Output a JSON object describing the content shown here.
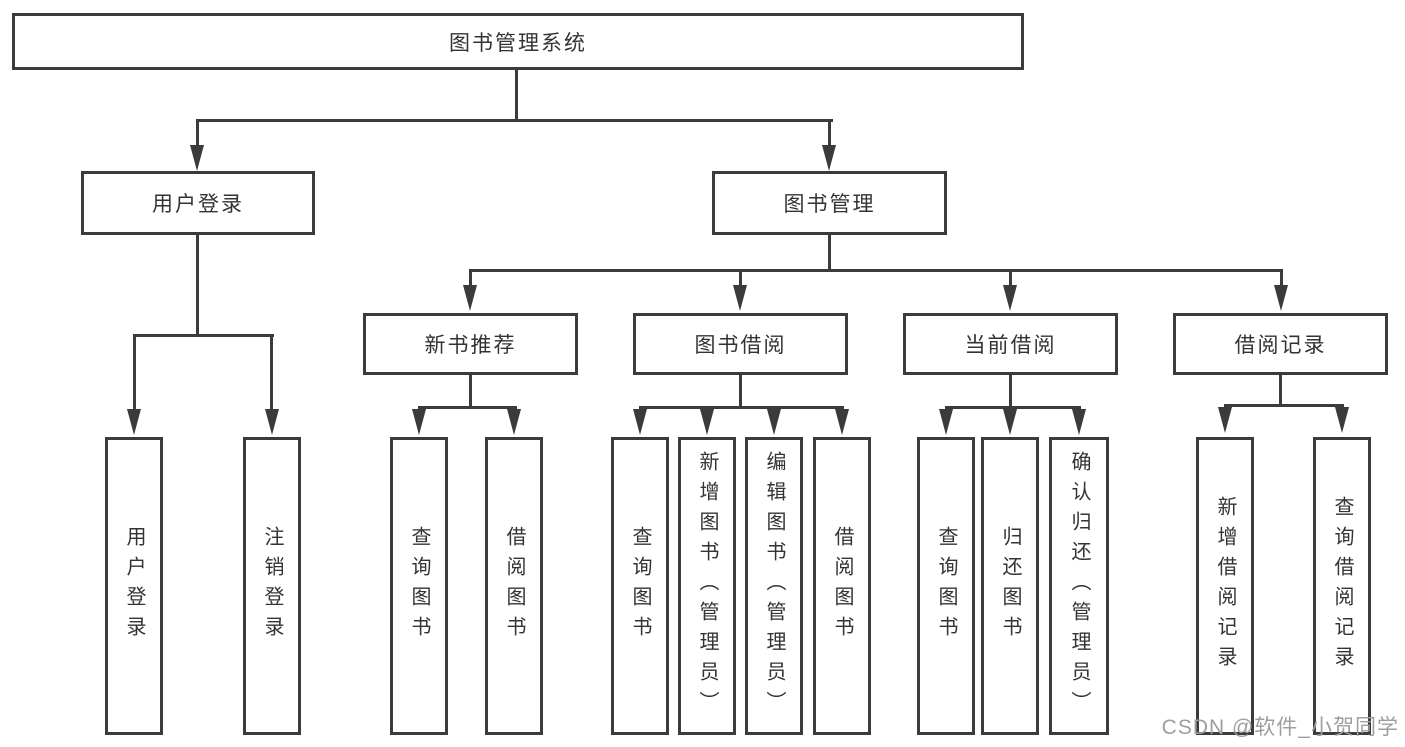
{
  "title": "图书管理系统",
  "watermark": "CSDN @软件_小贺同学",
  "colors": {
    "line": "#3b3b3b",
    "border": "#3b3b3b",
    "text": "#333333",
    "watermark": "#9e9e9e",
    "bg": "#ffffff"
  },
  "tree": {
    "root": "图书管理系统",
    "branches": [
      {
        "label": "用户登录",
        "children": [
          "用户登录",
          "注销登录"
        ]
      },
      {
        "label": "图书管理",
        "groups": [
          {
            "label": "新书推荐",
            "children": [
              "查询图书",
              "借阅图书"
            ]
          },
          {
            "label": "图书借阅",
            "children": [
              "查询图书",
              "新增图书（管理员）",
              "编辑图书（管理员）",
              "借阅图书"
            ]
          },
          {
            "label": "当前借阅",
            "children": [
              "查询图书",
              "归还图书",
              "确认归还（管理员）"
            ]
          },
          {
            "label": "借阅记录",
            "children": [
              "新增借阅记录",
              "查询借阅记录"
            ]
          }
        ]
      }
    ]
  }
}
